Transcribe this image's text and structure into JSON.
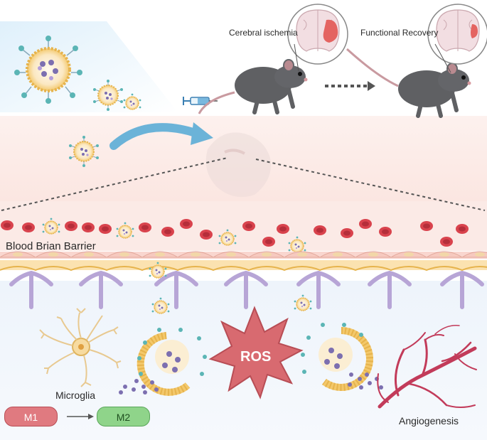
{
  "labels": {
    "cerebral_ischemia": "Cerebral ischemia",
    "functional_recovery": "Functional Recovery",
    "bbb": "Blood Brian Barrier",
    "microglia": "Microglia",
    "m1": "M1",
    "m2": "M2",
    "ros": "ROS",
    "angiogenesis": "Angiogenesis"
  },
  "colors": {
    "band_pink": "#fbe9e4",
    "band_blue": "#eef5fb",
    "rbc": "#d9434d",
    "endothelium": "#f6c9bf",
    "astro_feet": "#b7a5d6",
    "ros": "#d86a70",
    "vessel": "#c23b5a",
    "arrow_blue": "#6bb3d8"
  },
  "icons": {
    "exosome": "exosome-icon",
    "mouse": "mouse-icon",
    "brain": "brain-icon",
    "syringe": "syringe-icon"
  }
}
